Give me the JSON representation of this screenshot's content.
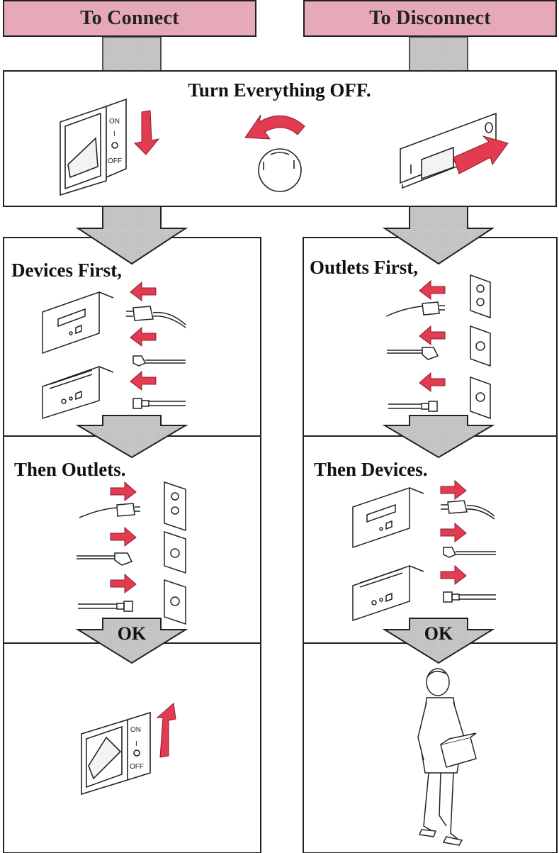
{
  "headers": {
    "connect": "To Connect",
    "disconnect": "To Disconnect"
  },
  "steps": {
    "off": "Turn Everything OFF.",
    "connect_first": "Devices First,",
    "connect_then": "Then Outlets.",
    "disconnect_first": "Outlets First,",
    "disconnect_then": "Then Devices."
  },
  "ok_labels": {
    "left": "OK",
    "right": "OK"
  },
  "switch_marks": {
    "on": "ON",
    "off": "OFF",
    "i": "I",
    "o": "O"
  },
  "colors": {
    "header_fill": "#e6a9b8",
    "arrow_red": "#e23b52",
    "flow_gray": "#c9c9c9",
    "line": "#222222"
  },
  "icons": [
    "power-switch-icon",
    "rotary-knob-icon",
    "rocker-switch-icon",
    "power-cord-icon",
    "phone-cord-icon",
    "coax-cable-icon",
    "wall-outlet-icon",
    "device-box-icon",
    "person-carrying-box-icon"
  ]
}
